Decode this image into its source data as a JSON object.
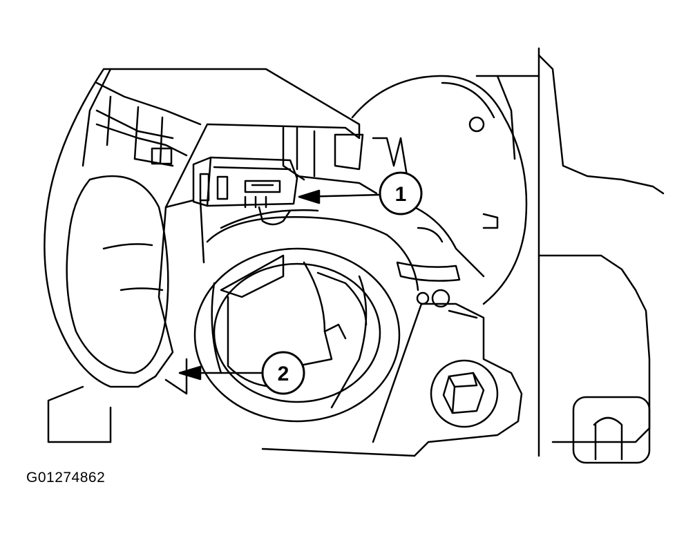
{
  "figure": {
    "id_label": "G01274862"
  },
  "callouts": [
    {
      "label": "1"
    },
    {
      "label": "2"
    }
  ],
  "colors": {
    "ink": "#000000",
    "paper": "#ffffff"
  }
}
